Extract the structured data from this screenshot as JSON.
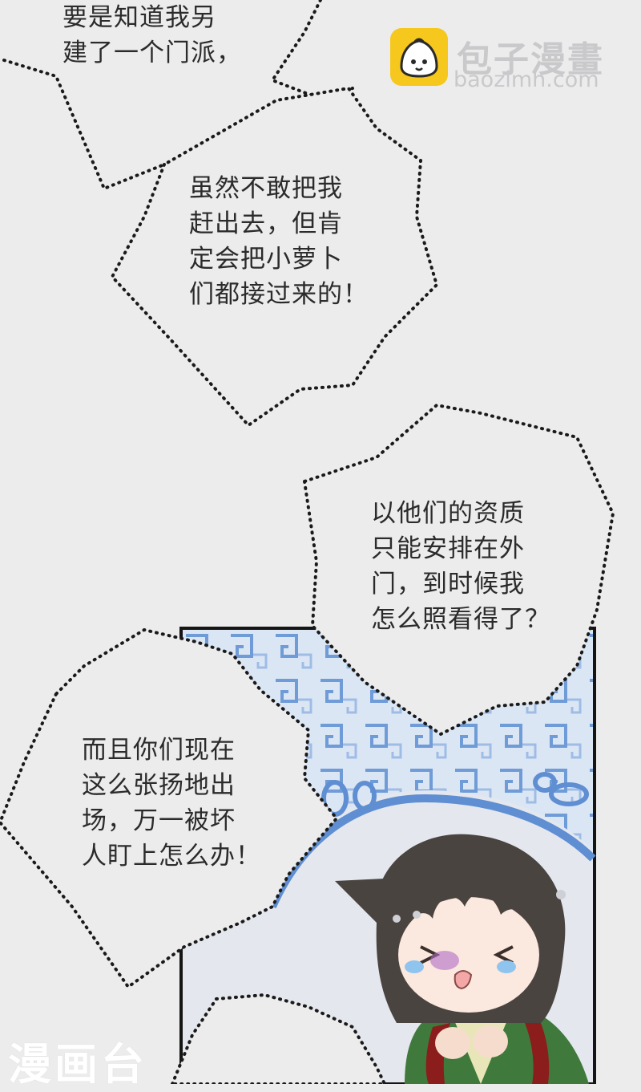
{
  "bubbles": {
    "b1": "要是知道我另\n建了一个门派，",
    "b2": "虽然不敢把我\n赶出去，但肯\n定会把小萝卜\n们都接过来的！",
    "b3": "以他们的资质\n只能安排在外\n门，到时候我\n怎么照看得了？",
    "b4": "而且你们现在\n这么张扬地出\n场，万一被坏\n人盯上怎么办！"
  },
  "watermark": {
    "brand": "包子漫畫",
    "url": "baozimh.com",
    "bottom": "漫画台"
  },
  "colors": {
    "background": "#ececed",
    "panel_pattern": "#5f8fd2",
    "logo": "#f6c71c",
    "hair": "#4a4440",
    "robe_green": "#3f7a3c",
    "robe_red": "#8b1d1d"
  },
  "icons": {
    "logo": "steamed-bun-icon"
  }
}
